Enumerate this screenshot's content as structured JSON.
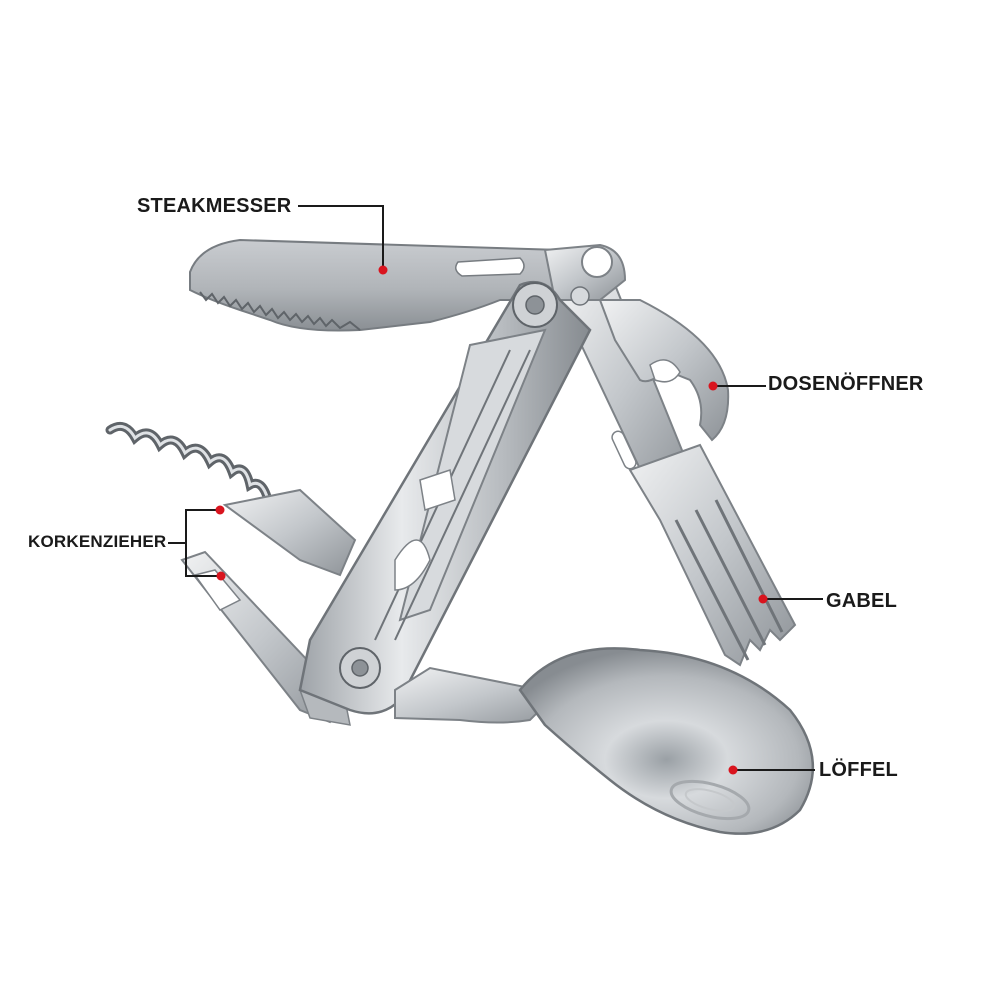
{
  "labels": {
    "steakmesser": "STEAKMESSER",
    "dosenoeffner": "DOSENÖFFNER",
    "korkenzieher": "KORKENZIEHER",
    "gabel": "GABEL",
    "loeffel": "LÖFFEL"
  },
  "colors": {
    "background": "#ffffff",
    "label_text": "#1a1a1a",
    "leader_line": "#1a1a1a",
    "marker_dot": "#d9141e",
    "steel_light": "#e6e8ea",
    "steel_mid": "#b9bdc1",
    "steel_dark": "#7d8287"
  },
  "icons": {
    "tool": "multitool-illustration",
    "marker": "red-dot-marker"
  }
}
